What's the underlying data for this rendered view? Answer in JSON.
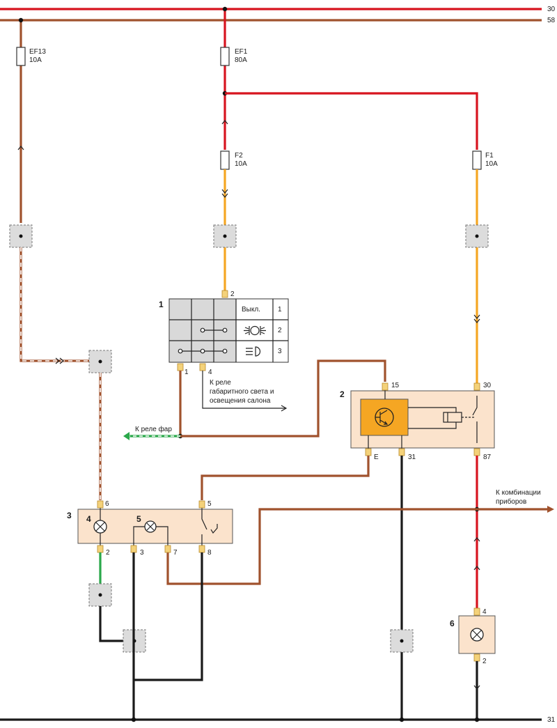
{
  "buses": {
    "bus_30": "30",
    "bus_58": "58",
    "bus_31": "31"
  },
  "fuses": {
    "ef13": {
      "name": "EF13",
      "rating": "10A"
    },
    "ef1": {
      "name": "EF1",
      "rating": "80A"
    },
    "f2": {
      "name": "F2",
      "rating": "10A"
    },
    "f1": {
      "name": "F1",
      "rating": "10A"
    }
  },
  "switch_block": {
    "number": "1",
    "positions": [
      {
        "label": "Выкл.",
        "index": "1"
      },
      {
        "label": "",
        "index": "2"
      },
      {
        "label": "",
        "index": "3"
      }
    ],
    "pin_top": "2",
    "pin_left": "1",
    "pin_right": "4"
  },
  "relay": {
    "number": "2",
    "pin_15": "15",
    "pin_30": "30",
    "pin_e": "E",
    "pin_31": "31",
    "pin_87": "87"
  },
  "module3": {
    "number": "3",
    "lamp4_number": "4",
    "lamp5_number": "5",
    "pin_6": "6",
    "pin_5": "5",
    "pin_2": "2",
    "pin_3": "3",
    "pin_7": "7",
    "pin_8": "8"
  },
  "lamp6": {
    "number": "6",
    "pin_top": "4",
    "pin_bottom": "2"
  },
  "annotations": {
    "to_marker_relay_line1": "К реле",
    "to_marker_relay_line2": "габаритного света и",
    "to_marker_relay_line3": "освещения салона",
    "to_headlight_relay": "К реле фар",
    "to_instrument_cluster_line1": "К комбинации",
    "to_instrument_cluster_line2": "приборов"
  },
  "colors": {
    "red": "#d7141f",
    "brown": "#a0522d",
    "orange": "#f5a623",
    "black": "#1a1a1a",
    "green": "#2aa84a",
    "component_fill": "#fbe3cc",
    "transistor_fill": "#f5a623"
  }
}
